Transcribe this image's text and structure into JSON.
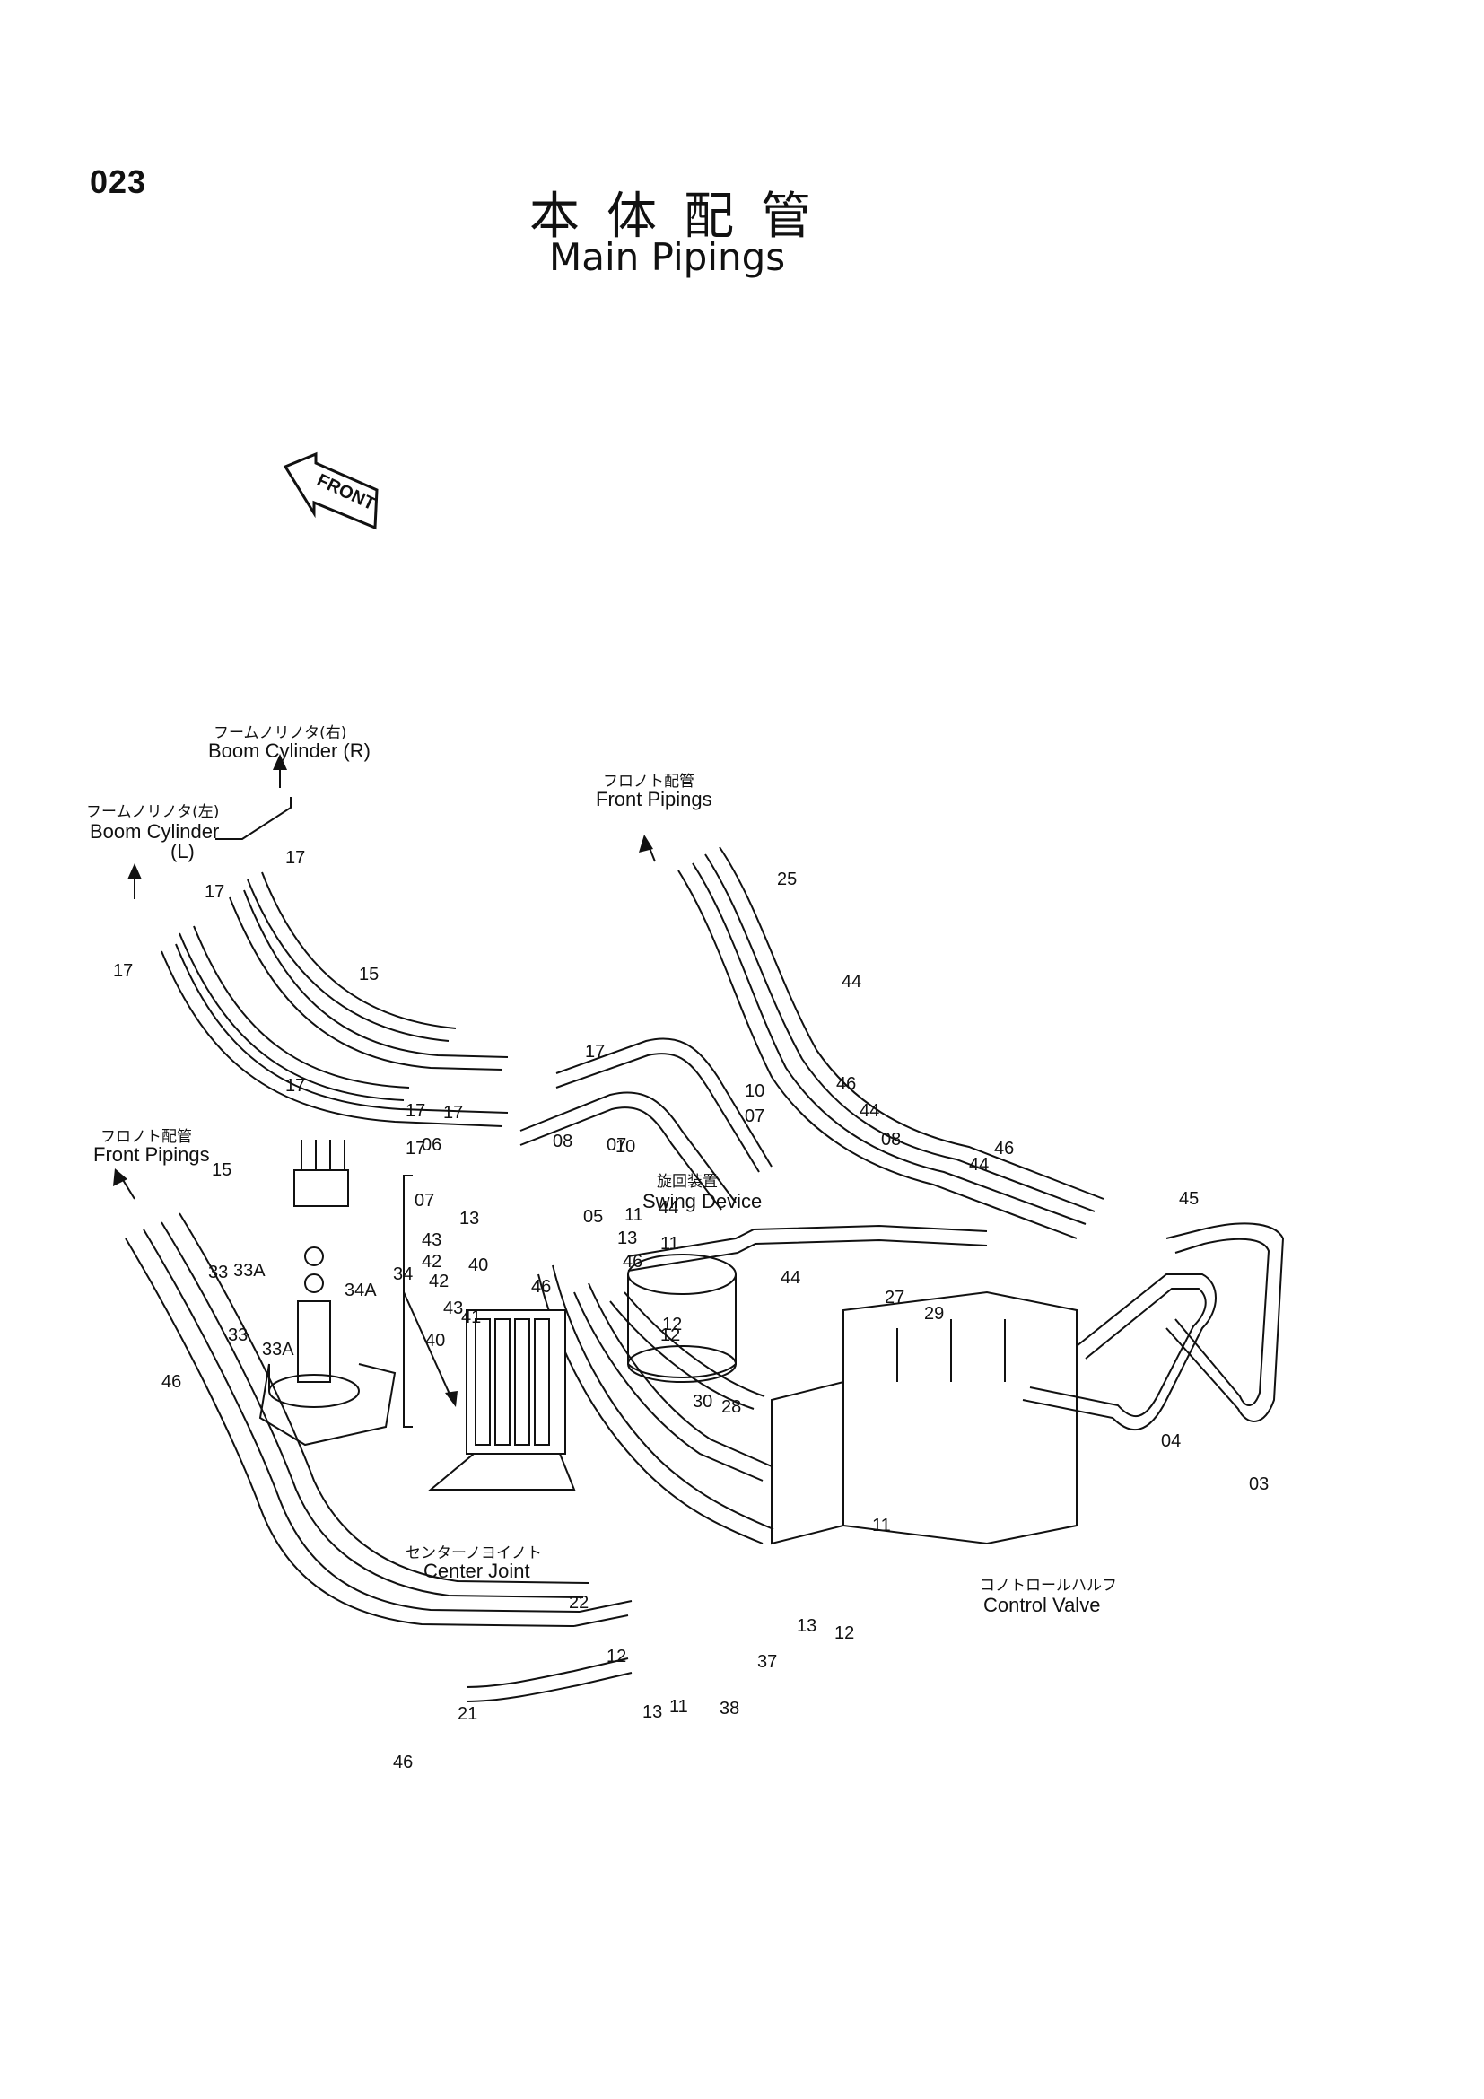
{
  "page_number": "023",
  "title_ja": "本体配管",
  "title_en": "Main Pipings",
  "front_mark": "FRONT",
  "labels": {
    "boom_cyl_r_ja": "フームノリノタ(右)",
    "boom_cyl_r_en": "Boom Cylinder (R)",
    "boom_cyl_l_ja": "フームノリノタ(左)",
    "boom_cyl_l_en": "Boom Cylinder",
    "boom_cyl_l_side": "(L)",
    "front_pipings_top_ja": "フロノト配管",
    "front_pipings_top_en": "Front Pipings",
    "front_pipings_left_ja": "フロノト配管",
    "front_pipings_left_en": "Front Pipings",
    "swing_device_ja": "旋回装置",
    "swing_device_en": "Swing Device",
    "center_joint_ja": "センターノヨイノト",
    "center_joint_en": "Center Joint",
    "control_valve_ja": "コノトロールハルフ",
    "control_valve_en": "Control Valve"
  },
  "part_numbers": [
    "17",
    "17",
    "17",
    "17",
    "17",
    "17",
    "17",
    "17",
    "15",
    "15",
    "25",
    "44",
    "44",
    "44",
    "44",
    "44",
    "46",
    "46",
    "46",
    "46",
    "46",
    "46",
    "10",
    "07",
    "08",
    "06",
    "07",
    "08",
    "07",
    "10",
    "05",
    "43",
    "42",
    "40",
    "41",
    "40",
    "43",
    "42",
    "13",
    "11",
    "12",
    "13",
    "11",
    "12",
    "33",
    "33A",
    "34",
    "34A",
    "33",
    "33A",
    "27",
    "29",
    "30",
    "28",
    "45",
    "04",
    "03",
    "22",
    "21",
    "12",
    "13",
    "11",
    "37",
    "38",
    "13",
    "12",
    "11"
  ],
  "icons": {
    "front_arrow": "front-arrow-icon"
  }
}
